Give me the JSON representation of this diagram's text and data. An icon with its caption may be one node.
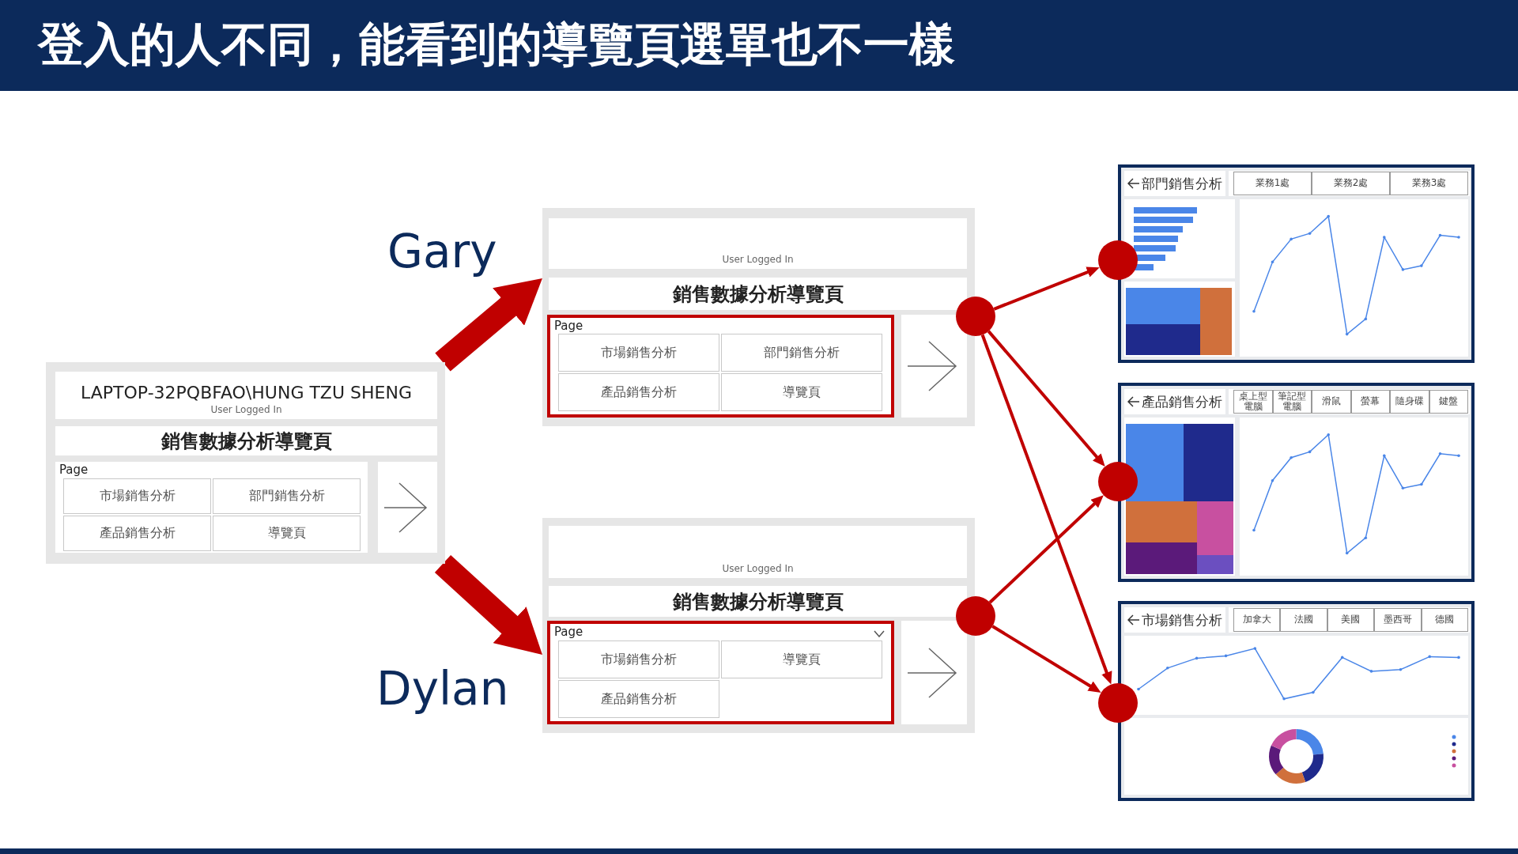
{
  "diagram": {
    "title": "登入的人不同，能看到的導覽頁選單也不一樣",
    "nodes": [
      {
        "text": [],
        "shape": "box"
      },
      {
        "text": [
          "LAPTOP-32PQBFAO\\HUNG TZU SHENG",
          "User Logged In"
        ],
        "in": 0
      },
      {
        "text": [
          "銷售數據分析導覽頁"
        ],
        "in": 0
      },
      {
        "text": [
          "Page"
        ],
        "in": 0
      },
      {
        "text": [
          "市場銷售分析"
        ],
        "in": 3
      },
      {
        "text": [
          "部門銷售分析"
        ],
        "in": 3
      },
      {
        "text": [
          "產品銷售分析"
        ],
        "in": 3
      },
      {
        "text": [
          "導覽頁"
        ],
        "in": 3
      },
      {
        "text": [],
        "shape": "box",
        "in": 0
      },
      {
        "text": [],
        "shape": "box"
      },
      {
        "text": [
          "User Logged In"
        ],
        "in": 9
      },
      {
        "text": [
          "銷售數據分析導覽頁"
        ],
        "in": 9
      },
      {
        "text": [
          "Page"
        ],
        "in": 9
      },
      {
        "text": [
          "市場銷售分析"
        ],
        "in": 12
      },
      {
        "text": [
          "部門銷售分析"
        ],
        "in": 12
      },
      {
        "text": [
          "產品銷售分析"
        ],
        "in": 12
      },
      {
        "text": [
          "導覽頁"
        ],
        "in": 12
      },
      {
        "text": [],
        "shape": "box",
        "in": 9
      },
      {
        "text": [],
        "shape": "box"
      },
      {
        "text": [
          "User Logged In"
        ],
        "in": 18
      },
      {
        "text": [
          "銷售數據分析導覽頁"
        ],
        "in": 18
      },
      {
        "text": [
          "Page"
        ],
        "in": 18
      },
      {
        "text": [
          "市場銷售分析"
        ],
        "in": 21
      },
      {
        "text": [
          "導覽頁"
        ],
        "in": 21
      },
      {
        "text": [
          "產品銷售分析"
        ],
        "in": 21
      },
      {
        "text": [],
        "shape": "box",
        "in": 18
      },
      {
        "text": [],
        "shape": "circle"
      },
      {
        "text": [],
        "shape": "circle"
      },
      {
        "text": [
          "部門銷售分析",
          "業務1處",
          "業務2處",
          "業務3處"
        ]
      },
      {
        "text": [
          "產品銷售分析",
          "桌上型電腦",
          "筆記型電腦",
          "滑鼠",
          "螢幕",
          "隨身碟",
          "鍵盤"
        ]
      },
      {
        "text": [
          "市場銷售分析",
          "加拿大",
          "法國",
          "美國",
          "墨西哥",
          "德國"
        ]
      },
      {
        "text": [],
        "shape": "circle"
      },
      {
        "text": [],
        "shape": "circle"
      },
      {
        "text": [],
        "shape": "circle"
      }
    ],
    "edges": [
      {
        "from": 0,
        "to": 9,
        "arrow": "to",
        "label": "Gary",
        "style": "thick"
      },
      {
        "from": 0,
        "to": 18,
        "arrow": "to",
        "label": "Dylan",
        "style": "thick"
      },
      {
        "from": 26,
        "to": 31,
        "arrow": "to"
      },
      {
        "from": 26,
        "to": 32,
        "arrow": "to"
      },
      {
        "from": 26,
        "to": 33,
        "arrow": "to"
      },
      {
        "from": 27,
        "to": 32,
        "arrow": "to"
      },
      {
        "from": 27,
        "to": 33,
        "arrow": "to"
      }
    ]
  }
}
